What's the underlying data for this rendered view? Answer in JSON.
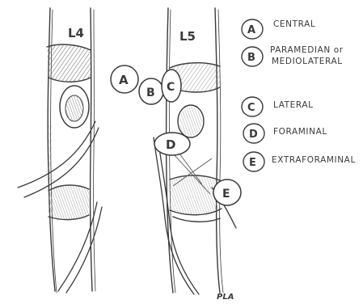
{
  "vertebra_labels": {
    "left": "L4",
    "right": "L5"
  },
  "signature": "PLA",
  "legend": [
    {
      "letter": "A",
      "lines": [
        "CENTRAL"
      ]
    },
    {
      "letter": "B",
      "lines": [
        "PARAMEDIAN or",
        "MEDIOLATERAL"
      ]
    },
    {
      "letter": "C",
      "lines": [
        "LATERAL"
      ]
    },
    {
      "letter": "D",
      "lines": [
        "FORAMINAL"
      ]
    },
    {
      "letter": "E",
      "lines": [
        "EXTRAFORAMINAL"
      ]
    }
  ],
  "markers": [
    "A",
    "B",
    "C",
    "D",
    "E"
  ],
  "colors": {
    "ink": "#3a3a3a",
    "shade": "#7a7a7a",
    "paper": "#ffffff"
  }
}
